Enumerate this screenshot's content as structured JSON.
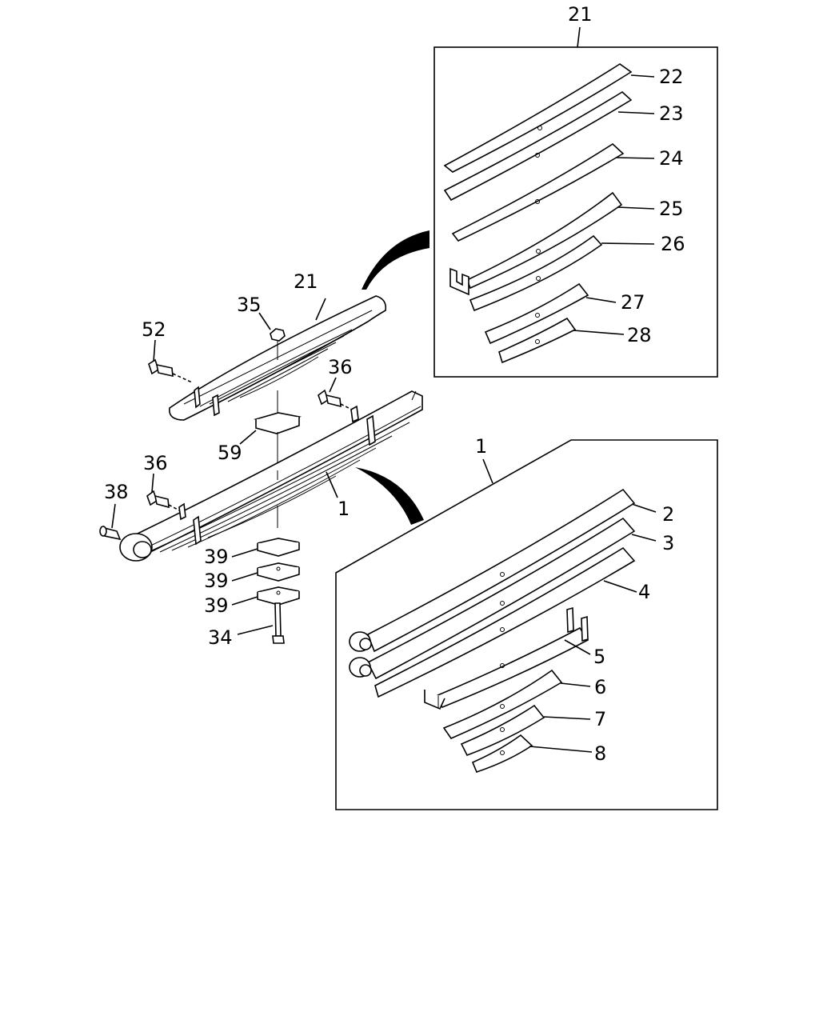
{
  "labels": {
    "l21_detail": "21",
    "l22": "22",
    "l23": "23",
    "l24": "24",
    "l25": "25",
    "l26": "26",
    "l27": "27",
    "l28": "28",
    "l21_asm": "21",
    "l35": "35",
    "l52": "52",
    "l36a": "36",
    "l36b": "36",
    "l38": "38",
    "l59": "59",
    "l1_asm": "1",
    "l39a": "39",
    "l39b": "39",
    "l39c": "39",
    "l34": "34",
    "l1_detail": "1",
    "l2": "2",
    "l3": "3",
    "l4": "4",
    "l5": "5",
    "l6": "6",
    "l7": "7",
    "l8": "8"
  },
  "colors": {
    "line": "#000000",
    "background": "#ffffff"
  }
}
